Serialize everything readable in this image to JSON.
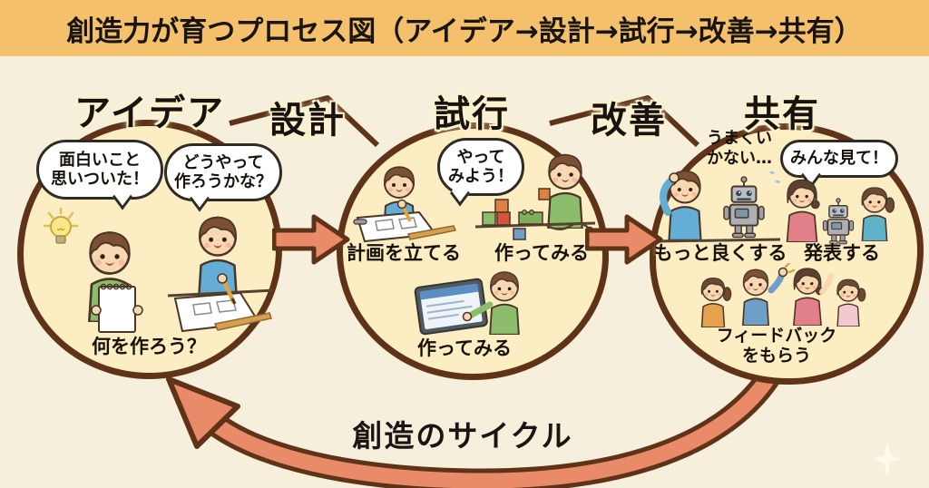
{
  "title": "創造力が育つプロセス図（アイデア→設計→試行→改善→共有）",
  "stage_labels": {
    "idea": "アイデア",
    "design": "設計",
    "trial": "試行",
    "improve": "改善",
    "share": "共有"
  },
  "idea_circle": {
    "bubble_left": "面白いこと\n思いついた！",
    "bubble_right": "どうやって\n作ろうかな？",
    "caption": "何を作ろう？"
  },
  "trial_circle": {
    "bubble": "やって\nみよう！",
    "caption_plan": "計画を立てる",
    "caption_build": "作ってみる",
    "caption_build2": "作ってみる"
  },
  "share_circle": {
    "status_text": "うまくい\nかない…",
    "bubble": "みんな見て！",
    "caption_improve": "もっと良くする",
    "caption_present": "発表する",
    "caption_feedback": "フィードバック\nをもらう"
  },
  "cycle_label": "創造のサイクル",
  "colors": {
    "title_bg": "#f4c06c",
    "page_bg": "#f6efdb",
    "circle_fill": "#fcedc2",
    "circle_border": "#5f3318",
    "arrow_fill": "#e98a68",
    "arrow_outline": "#5f3318"
  }
}
